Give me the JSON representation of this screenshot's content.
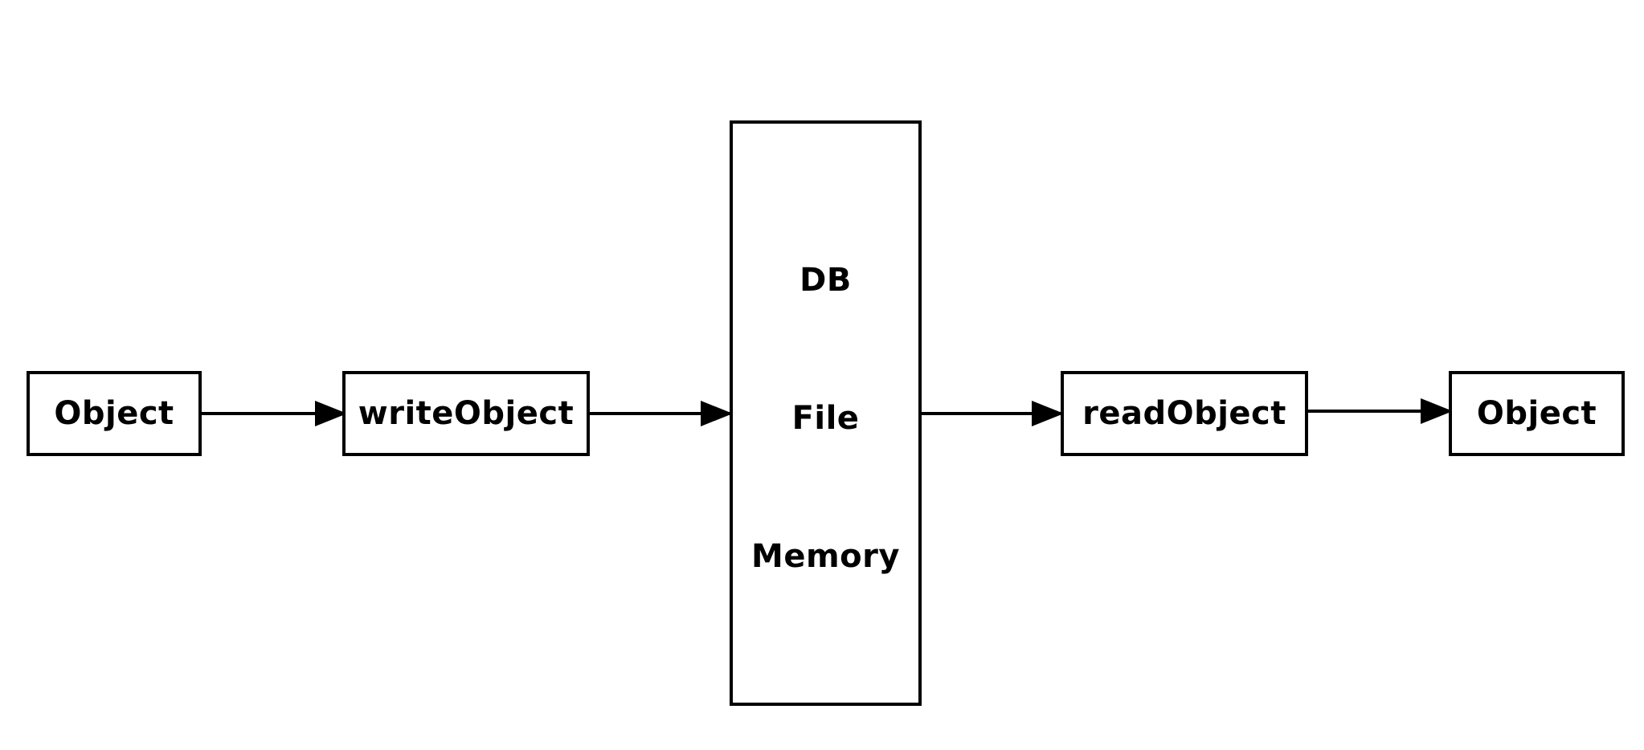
{
  "diagram": {
    "source_object": {
      "label": "Object"
    },
    "write_step": {
      "label": "writeObject"
    },
    "storage": {
      "labels": [
        "DB",
        "File",
        "Memory"
      ]
    },
    "read_step": {
      "label": "readObject"
    },
    "target_object": {
      "label": "Object"
    },
    "colors": {
      "stroke": "#000000",
      "background": "#ffffff",
      "text": "#000000"
    }
  }
}
